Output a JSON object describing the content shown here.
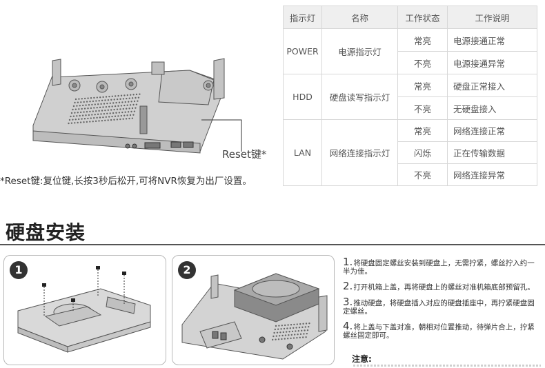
{
  "device": {
    "reset_label": "Reset键*",
    "reset_note": "*Reset键:复位键,长按3秒后松开,可将NVR恢复为出厂设置。"
  },
  "indicator_table": {
    "headers": [
      "指示灯",
      "名称",
      "工作状态",
      "工作说明"
    ],
    "groups": [
      {
        "light": "POWER",
        "name": "电源指示灯",
        "rows": [
          {
            "state": "常亮",
            "desc": "电源接通正常"
          },
          {
            "state": "不亮",
            "desc": "电源接通异常"
          }
        ]
      },
      {
        "light": "HDD",
        "name": "硬盘读写指示灯",
        "rows": [
          {
            "state": "常亮",
            "desc": "硬盘正常接入"
          },
          {
            "state": "不亮",
            "desc": "无硬盘接入"
          }
        ]
      },
      {
        "light": "LAN",
        "name": "网络连接指示灯",
        "rows": [
          {
            "state": "常亮",
            "desc": "网络连接正常"
          },
          {
            "state": "闪烁",
            "desc": "正在传输数据"
          },
          {
            "state": "不亮",
            "desc": "网络连接异常"
          }
        ]
      }
    ]
  },
  "section": {
    "title": "硬盘安装"
  },
  "panels": {
    "step1_badge": "1",
    "step2_badge": "2"
  },
  "instructions": {
    "steps": [
      {
        "num": "1.",
        "text": "将硬盘固定螺丝安装到硬盘上，无需拧紧，螺丝拧入约一半为佳。"
      },
      {
        "num": "2.",
        "text": "打开机箱上盖，再将硬盘上的螺丝对准机箱底部预留孔。"
      },
      {
        "num": "3.",
        "text": "推动硬盘，将硬盘插入对应的硬盘插座中，再拧紧硬盘固定螺丝。"
      },
      {
        "num": "4.",
        "text": "将上盖与下盖对准，朝相对位置推动，待弹片合上，拧紧螺丝固定即可。"
      }
    ],
    "note_title": "注意:"
  }
}
